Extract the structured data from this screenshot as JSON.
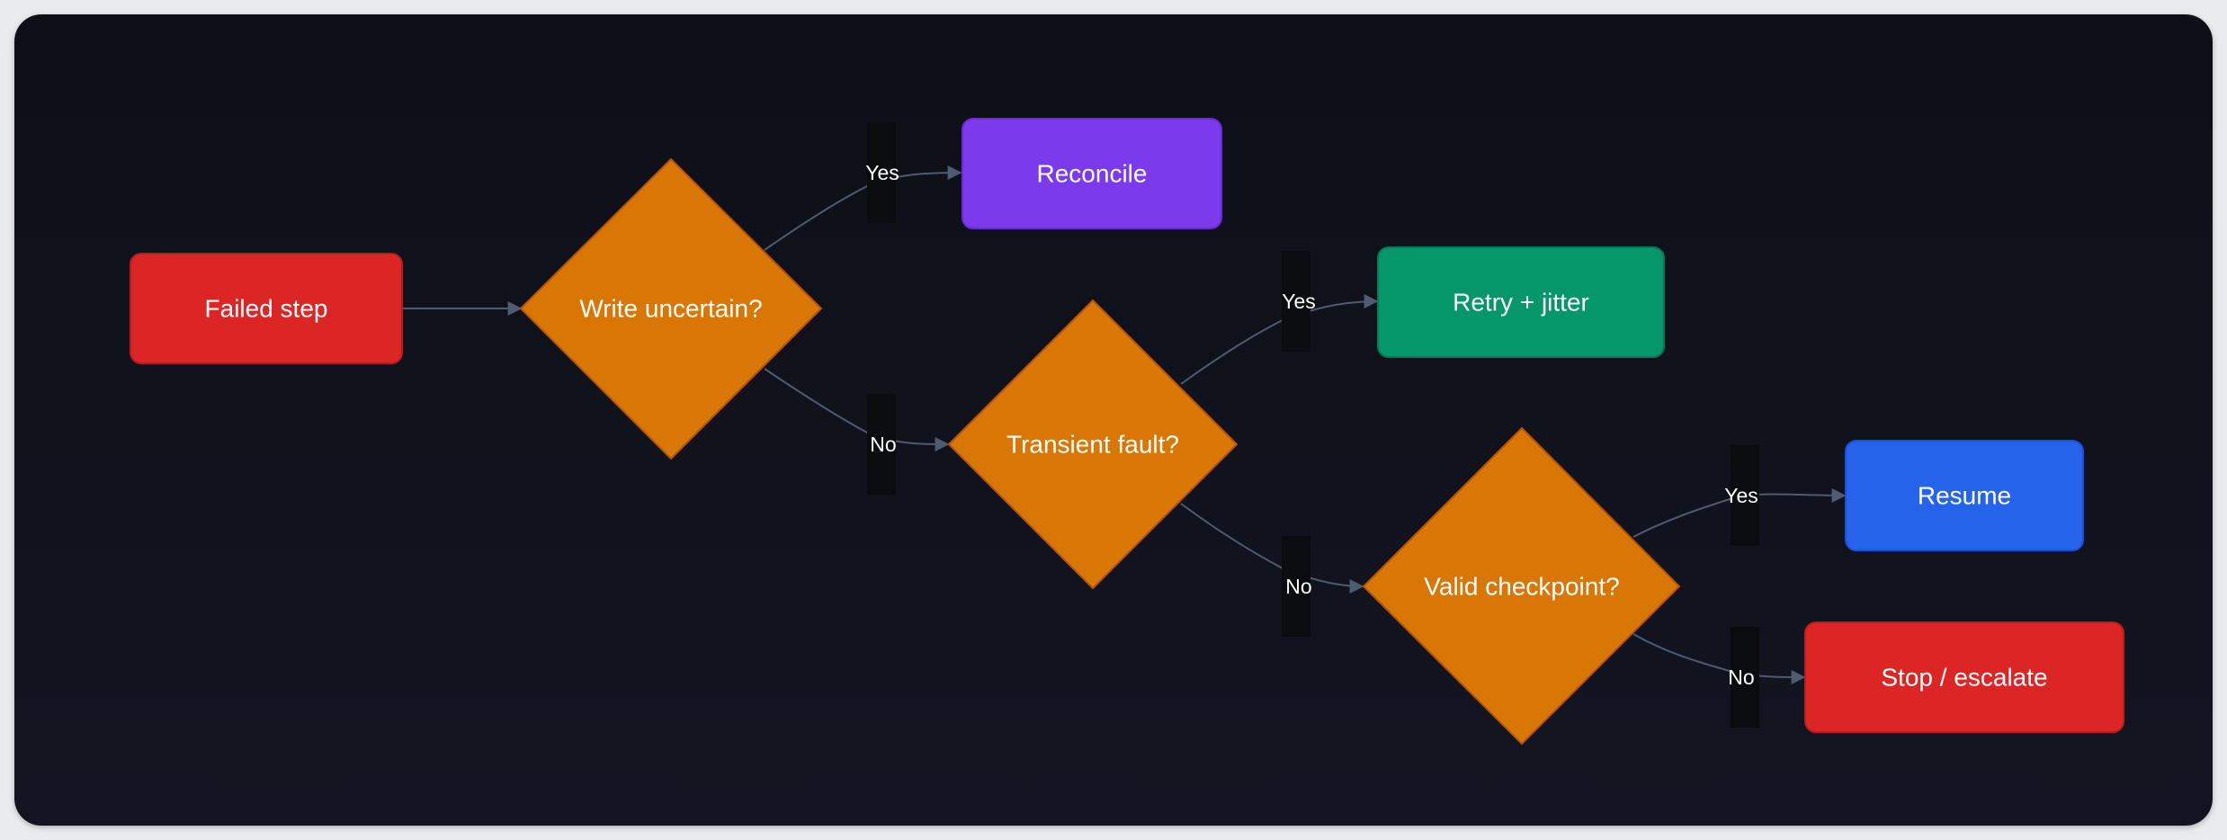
{
  "colors": {
    "background": "#0f121b",
    "edge": "#4f5b6f",
    "decision": "#d97706",
    "danger": "#dc2626",
    "purple": "#7c3aed",
    "green": "#059669",
    "blue": "#2563eb"
  },
  "nodes": {
    "failed_step": "Failed step",
    "write_uncertain": "Write uncertain?",
    "reconcile": "Reconcile",
    "transient_fault": "Transient fault?",
    "retry_jitter": "Retry + jitter",
    "valid_checkpoint": "Valid checkpoint?",
    "resume": "Resume",
    "stop_escalate": "Stop / escalate"
  },
  "edges": {
    "write_yes": "Yes",
    "write_no": "No",
    "transient_yes": "Yes",
    "transient_no": "No",
    "checkpoint_yes": "Yes",
    "checkpoint_no": "No"
  }
}
